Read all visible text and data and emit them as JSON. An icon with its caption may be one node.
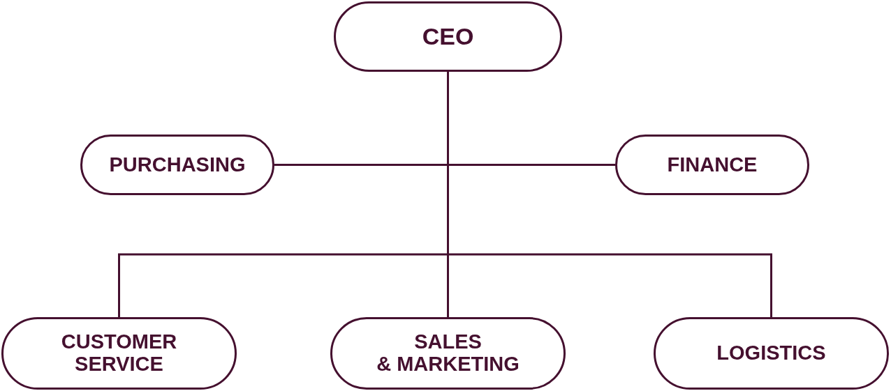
{
  "diagram": {
    "nodes": [
      {
        "text": [
          "CEO"
        ]
      },
      {
        "text": [
          "PURCHASING"
        ]
      },
      {
        "text": [
          "FINANCE"
        ]
      },
      {
        "text": [
          "CUSTOMER SERVICE"
        ]
      },
      {
        "text": [
          "SALES & MARKETING"
        ]
      },
      {
        "text": [
          "LOGISTICS"
        ]
      }
    ],
    "edges": [
      {
        "from": 0,
        "to": 1,
        "arrow": "none"
      },
      {
        "from": 0,
        "to": 2,
        "arrow": "none"
      },
      {
        "from": 0,
        "to": 3,
        "arrow": "none"
      },
      {
        "from": 0,
        "to": 4,
        "arrow": "none"
      },
      {
        "from": 0,
        "to": 5,
        "arrow": "none"
      }
    ]
  }
}
